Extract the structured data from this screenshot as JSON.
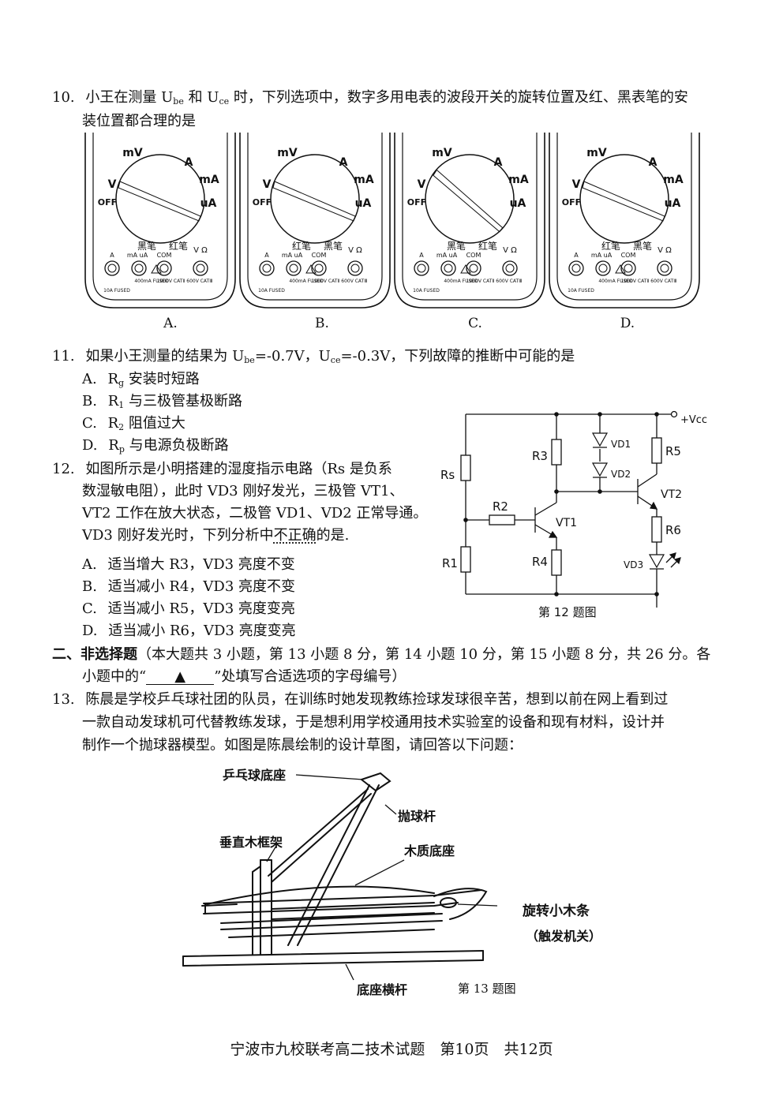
{
  "q10": {
    "number": "10.",
    "line1_pre": "小王在测量 U",
    "be": "be",
    "and": " 和 U",
    "ce": "ce",
    "line1_post": " 时，下列选项中，数字多用电表的波段开关的旋转位置及红、黑表笔的安",
    "line2": "装位置都合理的是",
    "meters": [
      {
        "label": "A.",
        "left_pen": "黑笔",
        "right_pen": "红笔"
      },
      {
        "label": "B.",
        "left_pen": "红笔",
        "right_pen": "黑笔"
      },
      {
        "label": "C.",
        "left_pen": "黑笔",
        "right_pen": "红笔"
      },
      {
        "label": "D.",
        "left_pen": "红笔",
        "right_pen": "黑笔"
      }
    ],
    "dial_labels": {
      "mv": "mV",
      "v": "V",
      "a": "A",
      "ma": "mA",
      "ua": "uA",
      "off": "OFF",
      "port_a": "A",
      "port_ma": "mA uA",
      "port_com": "COM",
      "port_v": "V Ω",
      "fused_10a": "10A FUSED",
      "fused_400": "400mA FUSED",
      "cat": "1000V CATⅡ 600V CATⅢ"
    }
  },
  "q11": {
    "number": "11.",
    "stem_pre": "如果小王测量的结果为 U",
    "be": "be",
    "mid": "=-0.7V，U",
    "ce": "ce",
    "stem_post": "=-0.3V，下列故障的推断中可能的是",
    "options": [
      {
        "letter": "A.",
        "pre": "R",
        "sub": "g",
        "post": " 安装时短路"
      },
      {
        "letter": "B.",
        "pre": "R",
        "sub": "1",
        "post": " 与三极管基极断路"
      },
      {
        "letter": "C.",
        "pre": "R",
        "sub": "2",
        "post": " 阻值过大"
      },
      {
        "letter": "D.",
        "pre": "R",
        "sub": "p",
        "post": " 与电源负极断路"
      }
    ]
  },
  "q12": {
    "number": "12.",
    "line1": "如图所示是小明搭建的湿度指示电路（Rs 是负系",
    "line2": "数湿敏电阻），此时 VD3 刚好发光，三极管 VT1、",
    "line3": "VT2 工作在放大状态，二极管 VD1、VD2 正常导通。",
    "line4_pre": "VD3 刚好发光时，下列分析中",
    "line4_em": "不正确",
    "line4_post": "的是.",
    "options": [
      {
        "letter": "A.",
        "text": "适当增大 R3，VD3 亮度不变"
      },
      {
        "letter": "B.",
        "text": "适当减小 R4，VD3 亮度不变"
      },
      {
        "letter": "C.",
        "text": "适当减小 R5，VD3 亮度变亮"
      },
      {
        "letter": "D.",
        "text": "适当减小 R6，VD3 亮度变亮"
      }
    ],
    "circuit": {
      "vcc": "+Vcc",
      "rs": "Rs",
      "r1": "R1",
      "r2": "R2",
      "r3": "R3",
      "r4": "R4",
      "r5": "R5",
      "r6": "R6",
      "vd1": "VD1",
      "vd2": "VD2",
      "vd3": "VD3",
      "vt1": "VT1",
      "vt2": "VT2",
      "caption": "第 12 题图"
    }
  },
  "section2": {
    "heading": "二、非选择题",
    "text1": "（本大题共 3 小题，第 13 小题 8 分，第 14 小题 10 分，第 15 小题 8 分，共 26 分。各",
    "text2_pre": "小题中的“",
    "blank": "▲",
    "text2_post": "”处填写合适选项的字母编号）"
  },
  "q13": {
    "number": "13.",
    "line1": "陈晨是学校乒乓球社团的队员，在训练时她发现教练捡球发球很辛苦，想到以前在网上看到过",
    "line2": "一款自动发球机可代替教练发球，于是想利用学校通用技术实验室的设备和现有材料，设计并",
    "line3": "制作一个抛球器模型。如图是陈晨绘制的设计草图，请回答以下问题：",
    "labels": {
      "base": "乒乓球底座",
      "rod": "抛球杆",
      "frame": "垂直木框架",
      "wood": "木质底座",
      "trigger": "旋转小木条",
      "trigger2": "（触发机关）",
      "bar": "底座横杆",
      "caption": "第 13 题图"
    }
  },
  "footer": "宁波市九校联考高二技术试题　第10页　共12页"
}
